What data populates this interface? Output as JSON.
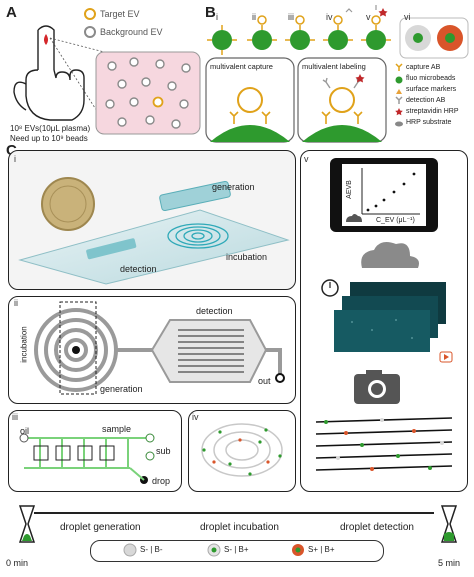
{
  "panel_a": {
    "letter": "A",
    "legend": [
      {
        "label": "Target EV",
        "color": "#e0a21a"
      },
      {
        "label": "Background EV",
        "color": "#8a8a8a"
      }
    ],
    "caption_line1": "10⁸ EVs(10μL plasma)",
    "caption_line2": "Need up to 10⁹ beads"
  },
  "panel_b": {
    "letter": "B",
    "steps": [
      "i",
      "ii",
      "iii",
      "iv",
      "v",
      "vi"
    ],
    "inset_left": "multivalent capture",
    "inset_right": "multivalent labeling",
    "legend": [
      {
        "label": "capture AB",
        "icon": "capture-ab-icon",
        "color": "#e0a21a"
      },
      {
        "label": "fluo microbeads",
        "icon": "microbead-icon",
        "color": "#2e9a2e"
      },
      {
        "label": "surface markers",
        "icon": "surface-marker-icon",
        "color": "#e8a23a"
      },
      {
        "label": "detection AB",
        "icon": "detection-ab-icon",
        "color": "#9a9a9a"
      },
      {
        "label": "streptavidin HRP",
        "icon": "streptavidin-icon",
        "color": "#c0282a"
      },
      {
        "label": "HRP substrate",
        "icon": "substrate-icon",
        "color": "#888888"
      }
    ]
  },
  "panel_c": {
    "letter": "C",
    "i": {
      "roman": "i",
      "generation": "generation",
      "incubation": "incubation",
      "detection": "detection"
    },
    "ii": {
      "roman": "ii",
      "detection": "detection",
      "incubation": "incubation",
      "generation": "generation",
      "out": "out"
    },
    "iii": {
      "roman": "iii",
      "oil": "oil",
      "sample": "sample",
      "sub": "sub",
      "drop": "drop"
    },
    "iv": {
      "roman": "iv"
    },
    "v": {
      "roman": "v",
      "y_label": "AEVB",
      "x_label": "C_EV (μL⁻¹)"
    }
  },
  "timeline": {
    "stages": [
      "droplet generation",
      "droplet incubation",
      "droplet detection"
    ],
    "start": "0 min",
    "end": "5 min",
    "legend": [
      {
        "label": "S- | B-",
        "color": "#d8d8d8"
      },
      {
        "label": "S- | B+",
        "color": "#2e9a2e"
      },
      {
        "label": "S+ | B+",
        "color": "#d9552a"
      }
    ]
  }
}
